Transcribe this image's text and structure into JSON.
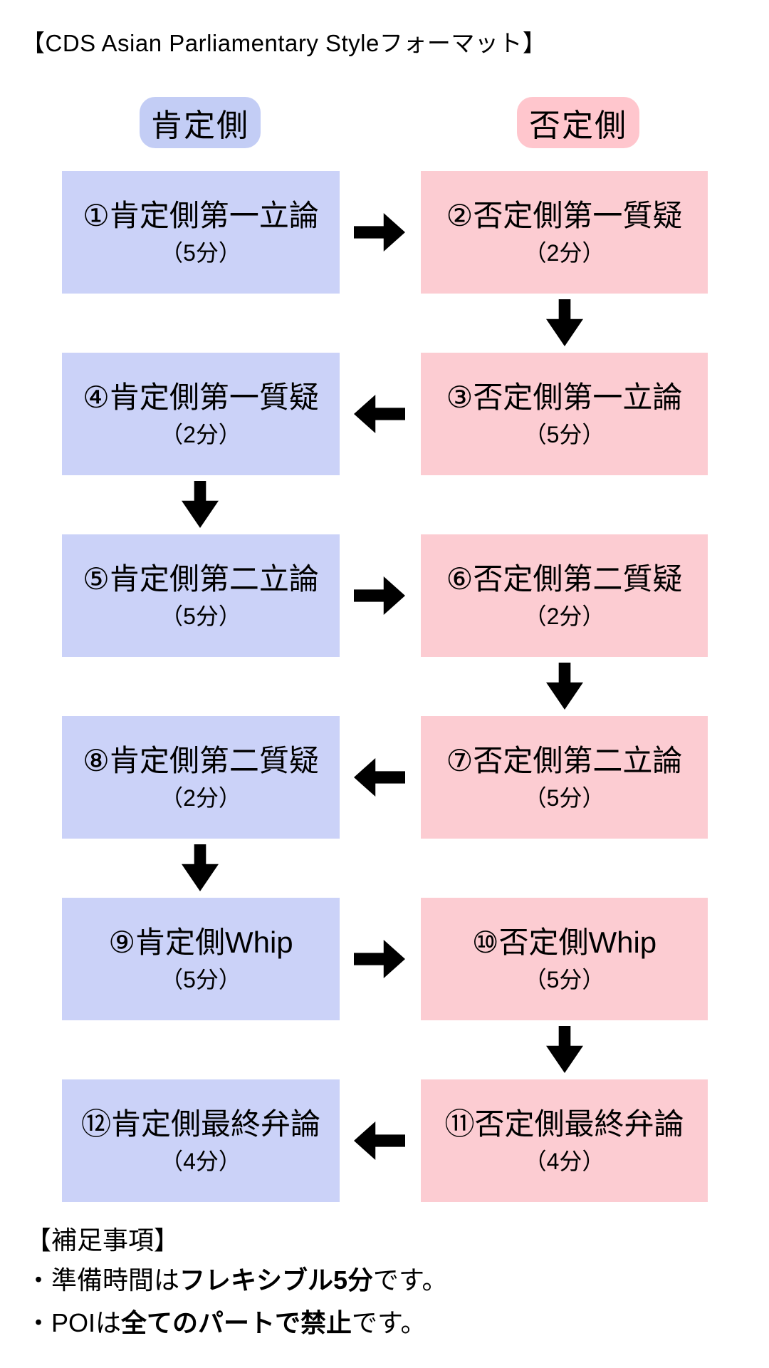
{
  "title": "【CDS Asian Parliamentary Styleフォーマット】",
  "headers": {
    "affirmative": "肯定側",
    "negative": "否定側"
  },
  "rows": [
    {
      "left": {
        "label": "①肯定側第一立論",
        "time": "（5分）"
      },
      "right": {
        "label": "②否定側第一質疑",
        "time": "（2分）"
      },
      "h_arrow": "right",
      "v_arrow_after": "right"
    },
    {
      "left": {
        "label": "④肯定側第一質疑",
        "time": "（2分）"
      },
      "right": {
        "label": "③否定側第一立論",
        "time": "（5分）"
      },
      "h_arrow": "left",
      "v_arrow_after": "left"
    },
    {
      "left": {
        "label": "⑤肯定側第二立論",
        "time": "（5分）"
      },
      "right": {
        "label": "⑥否定側第二質疑",
        "time": "（2分）"
      },
      "h_arrow": "right",
      "v_arrow_after": "right"
    },
    {
      "left": {
        "label": "⑧肯定側第二質疑",
        "time": "（2分）"
      },
      "right": {
        "label": "⑦否定側第二立論",
        "time": "（5分）"
      },
      "h_arrow": "left",
      "v_arrow_after": "left"
    },
    {
      "left": {
        "label": "⑨肯定側Whip",
        "time": "（5分）"
      },
      "right": {
        "label": "⑩否定側Whip",
        "time": "（5分）"
      },
      "h_arrow": "right",
      "v_arrow_after": "right"
    },
    {
      "left": {
        "label": "⑫肯定側最終弁論",
        "time": "（4分）"
      },
      "right": {
        "label": "⑪否定側最終弁論",
        "time": "（4分）"
      },
      "h_arrow": "left",
      "v_arrow_after": "none"
    }
  ],
  "notes": {
    "heading": "【補足事項】",
    "items": [
      {
        "prefix": "・準備時間は",
        "bold": "フレキシブル5分",
        "suffix": "です。"
      },
      {
        "prefix": "・POIは",
        "bold": "全てのパートで禁止",
        "suffix": "です。"
      }
    ]
  },
  "colors": {
    "affirmative_box": "#cbd2f8",
    "negative_box": "#fcccd2",
    "affirmative_pill": "#c3cdf5",
    "negative_pill": "#ffc6cd",
    "arrow": "#000000",
    "text": "#000000",
    "background": "#ffffff"
  }
}
